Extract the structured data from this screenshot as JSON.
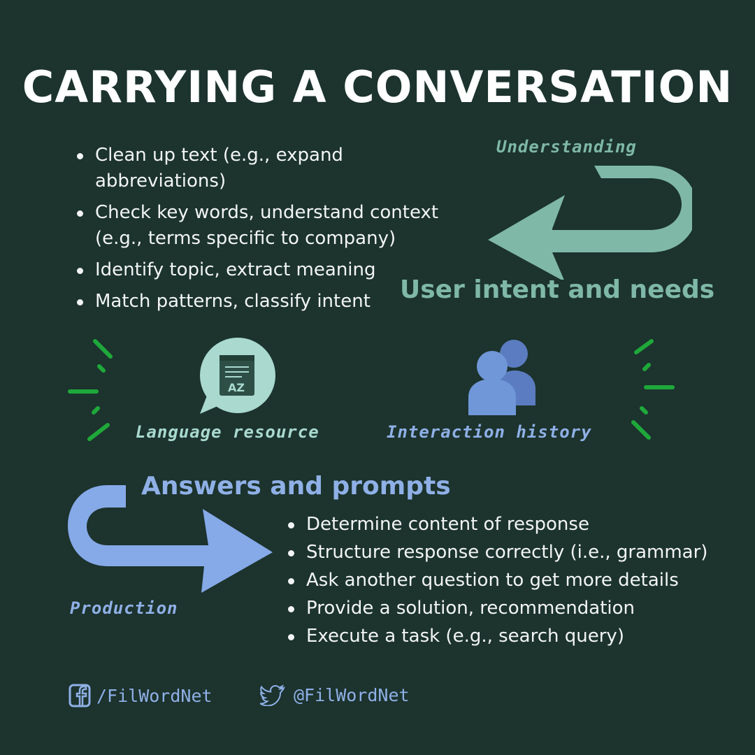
{
  "title": "CARRYING A CONVERSATION",
  "understanding": {
    "label": "Understanding",
    "heading": "User intent and needs",
    "bullets": [
      "Clean up text (e.g., expand abbreviations)",
      "Check key words, understand context (e.g., terms specific to company)",
      "Identify topic, extract meaning",
      "Match patterns, classify intent"
    ]
  },
  "resources": {
    "language_label": "Language resource",
    "book_letters": "AZ",
    "history_label": "Interaction history"
  },
  "production": {
    "label": "Production",
    "heading": "Answers and prompts",
    "bullets": [
      "Determine content of response",
      "Structure response correctly (i.e., grammar)",
      "Ask another question to get more details",
      "Provide a solution, recommendation",
      "Execute a task (e.g., search query)"
    ]
  },
  "social": {
    "facebook_handle": "/FilWordNet",
    "twitter_handle": "@FilWordNet"
  },
  "colors": {
    "background": "#1c332e",
    "teal": "#7fb8a6",
    "blue": "#8fb0e6",
    "spark_green": "#1fa83a"
  },
  "icons": [
    "book-icon",
    "users-icon",
    "facebook-icon",
    "twitter-icon",
    "curved-arrow-icon"
  ]
}
